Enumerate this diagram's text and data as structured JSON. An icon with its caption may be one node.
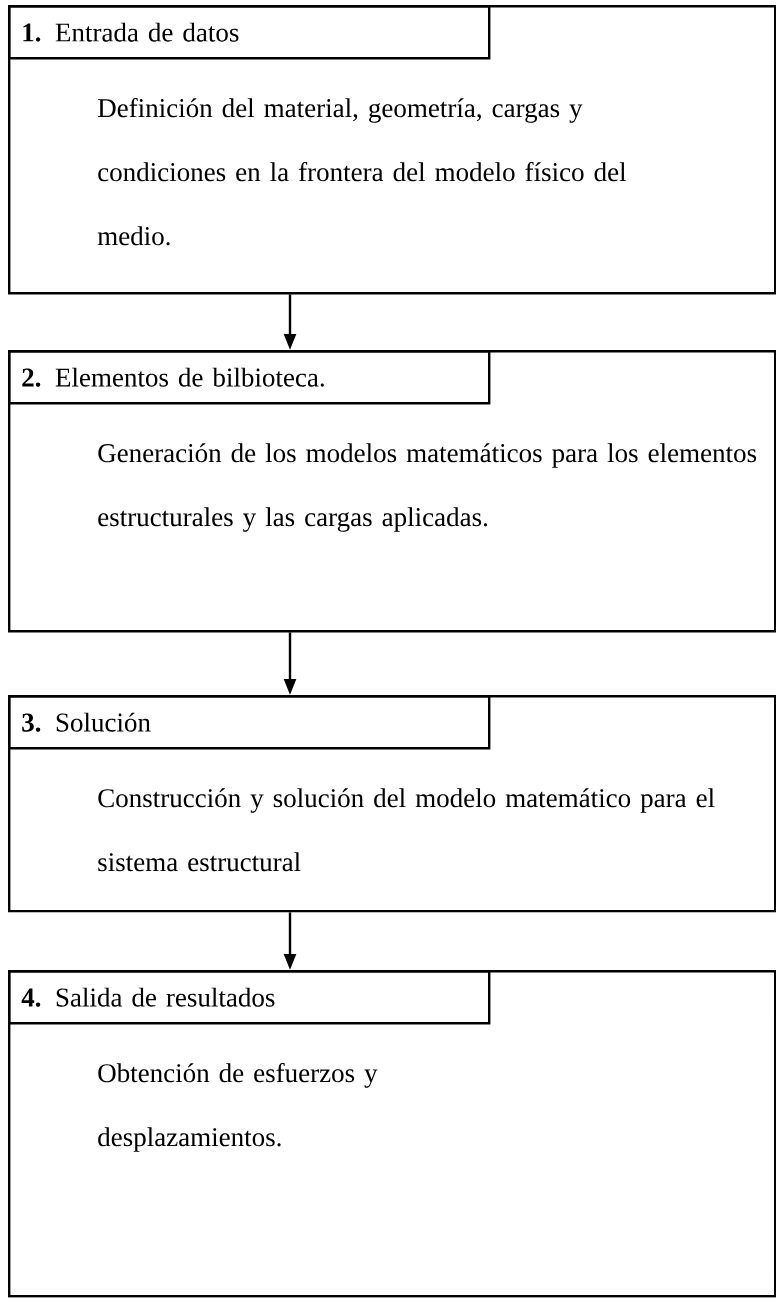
{
  "diagram": {
    "nodes": [
      {
        "text": [
          "Definición del material, geometría, cargas y condiciones en la frontera del modelo físico del medio."
        ]
      },
      {
        "text": [
          "**1.** Entrada de datos"
        ],
        "in": 0
      },
      {
        "text": [
          "Generación de los modelos matemáticos para los elementos estructurales y las cargas aplicadas."
        ]
      },
      {
        "text": [
          "**2.** Elementos de bilbioteca."
        ],
        "in": 2
      },
      {
        "text": [
          "Construcción y solución del modelo matemático para el sistema estructural"
        ]
      },
      {
        "text": [
          "**3.** Solución"
        ],
        "in": 4
      },
      {
        "text": [
          "Obtención de esfuerzos y desplazamientos."
        ]
      },
      {
        "text": [
          "**4.** Salida de resultados"
        ],
        "in": 6
      }
    ],
    "edges": [
      {
        "from": 0,
        "to": 2,
        "arrow": "to"
      },
      {
        "from": 2,
        "to": 4,
        "arrow": "to"
      },
      {
        "from": 4,
        "to": 6,
        "arrow": "to"
      }
    ]
  }
}
